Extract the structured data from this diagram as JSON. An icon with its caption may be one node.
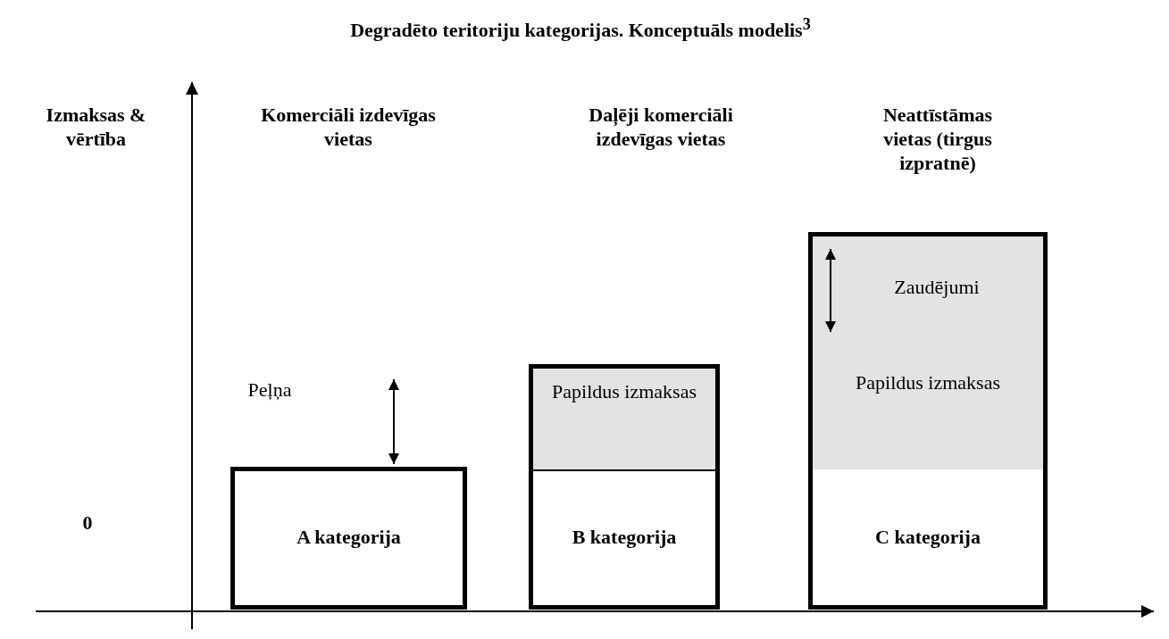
{
  "diagram": {
    "title": "Degradēto teritoriju kategorijas. Konceptuāls modelis$^{3}$",
    "nodes": [
      {
        "text": [
          "A kategorija"
        ]
      },
      {
        "text": [
          "B kategorija"
        ]
      },
      {
        "text": [
          "Papildus izmaksas"
        ],
        "in": 1
      },
      {
        "text": [
          "C kategorija"
        ]
      },
      {
        "text": [
          "Zaudējumi"
        ],
        "in": 3
      },
      {
        "text": [
          "Papildus izmaksas"
        ],
        "in": 3
      }
    ],
    "edges": [],
    "labels": [
      "Izmaksas & vērtība",
      "Komerciāli izdevīgas vietas",
      "Daļēji komerciāli izdevīgas vietas",
      "Neattīstāmas vietas (tirgus izpratnē)",
      "Peļņa",
      "0"
    ]
  }
}
